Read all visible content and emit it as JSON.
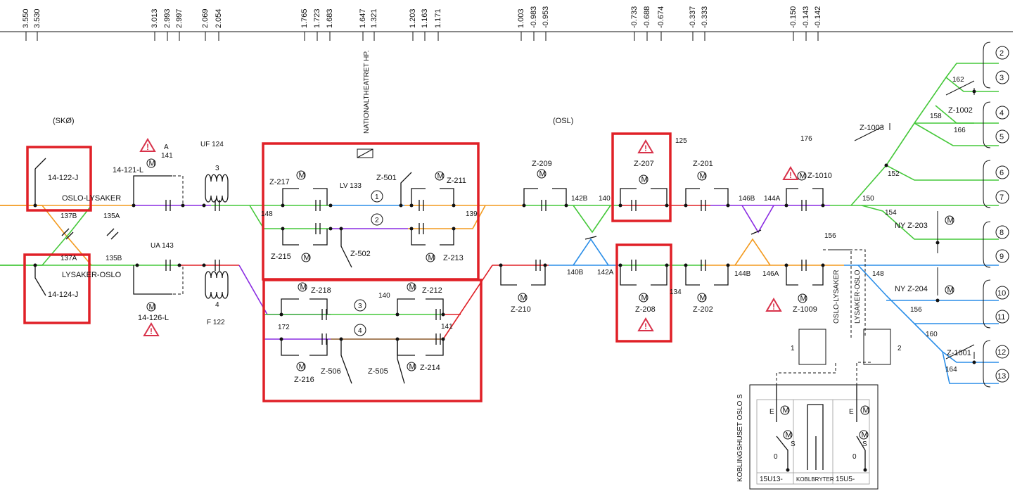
{
  "km_markers": [
    "3.550",
    "3.530",
    "3.013",
    "2.993",
    "2.997",
    "2.069",
    "2.054",
    "1.765",
    "1.723",
    "1.683",
    "1.647",
    "1.321",
    "1.203",
    "1.163",
    "1.171",
    "1.003",
    "-0.983",
    "-0.953",
    "-0.733",
    "-0.688",
    "-0.674",
    "-0.337",
    "-0.333",
    "-0.150",
    "-0.143",
    "-0.142"
  ],
  "labels": {
    "skoe": "(SKØ)",
    "osl": "(OSL)",
    "nationaltheatret": "NATIONALTHEATRET HP.",
    "oslo_lysaker": "OSLO-LYSAKER",
    "lysaker_oslo": "LYSAKER-OSLO",
    "oslo_lysaker_v": "OSLO-LYSAKER",
    "lysaker_oslo_v": "LYSAKER-OSLO",
    "koblingshuset": "KOBLINGSHUSET OSLO S",
    "koblbryter": "KOBLBRYTER",
    "u13": "15U13-",
    "u5": "15U5-",
    "e_left": "E",
    "e_right": "E",
    "s_left": "S",
    "s_right": "S",
    "zero_left": "0",
    "zero_right": "0",
    "coil1": "1",
    "coil2": "2",
    "warn": "!",
    "m": "M"
  },
  "switches": {
    "s14122": "14-122-J",
    "s14124": "14-124-J",
    "s14121": "14-121-L",
    "s14126": "14-126-L",
    "z217": "Z-217",
    "z215": "Z-215",
    "z501": "Z-501",
    "z211": "Z-211",
    "z502": "Z-502",
    "z213": "Z-213",
    "z218": "Z-218",
    "z212": "Z-212",
    "z216": "Z-216",
    "z506": "Z-506",
    "z505": "Z-505",
    "z214": "Z-214",
    "z209": "Z-209",
    "z210": "Z-210",
    "z207": "Z-207",
    "z208": "Z-208",
    "z201": "Z-201",
    "z202": "Z-202",
    "z1010": "Z-1010",
    "z1009": "Z-1009",
    "z1003": "Z-1003",
    "z1002": "Z-1002",
    "z1001": "Z-1001",
    "z203": "NY Z-203",
    "z204": "NY Z-204"
  },
  "section_ids": {
    "n137b": "137B",
    "n137a": "137A",
    "n135a": "135A",
    "n135b": "135B",
    "a": "A",
    "n141": "141",
    "uf124": "UF 124",
    "n3": "3",
    "ua143": "UA 143",
    "n4": "4",
    "f122": "F 122",
    "n148": "148",
    "n139": "139",
    "lv133": "LV 133",
    "c1": "1",
    "c2": "2",
    "n140": "140",
    "c3": "3",
    "c4": "4",
    "n172": "172",
    "n141b": "141",
    "n142b": "142B",
    "n140r": "140",
    "n140b": "140B",
    "n142a": "142A",
    "n125": "125",
    "n134": "134",
    "n146b": "146B",
    "n144a": "144A",
    "n144b": "144B",
    "n146a": "146A",
    "n176": "176",
    "n156": "156",
    "n152": "152",
    "n150": "150",
    "n154": "154",
    "n148r": "148",
    "n162": "162",
    "n158": "158",
    "n166": "166",
    "n156r": "156",
    "n160": "160",
    "n164": "164"
  },
  "tracks": [
    "2",
    "3",
    "4",
    "5",
    "6",
    "7",
    "8",
    "9",
    "10",
    "11",
    "12",
    "13"
  ],
  "colors": {
    "orange": "#f39a1e",
    "green": "#45c83a",
    "purple": "#8a2be2",
    "blue": "#2b8ee8",
    "red": "#e02027",
    "brown": "#8b5a2b",
    "highlight": "#e02027",
    "warning": "#d8324a"
  }
}
